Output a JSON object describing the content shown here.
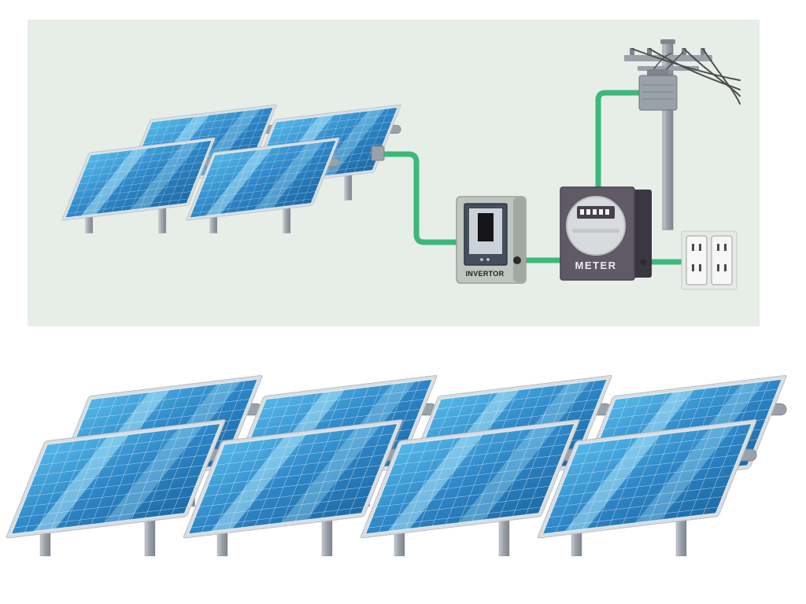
{
  "scene": {
    "description": "Grid-connected solar power system illustration: solar array wired to an invertor, electricity meter, pole-mounted transformer on a utility pole, and wall outlets, above a large solar panel field.",
    "labels": {
      "inverter": "INVERTOR",
      "meter": "METER"
    },
    "top_diagram": {
      "panel_count": 4,
      "components": [
        "solar-array",
        "invertor",
        "meter",
        "utility-pole",
        "transformer",
        "power-lines",
        "outlets"
      ],
      "meter_display_dots": 5,
      "outlet_count": 2
    },
    "bottom_field": {
      "panel_rows": 2,
      "panels_per_row": 4,
      "panel_count": 8
    }
  },
  "colors": {
    "scene_bg": "#e7eee8",
    "panel_blue_light": "#55b8e8",
    "panel_blue": "#2e86c6",
    "panel_blue_dark": "#1d6aa6",
    "panel_streak": "#b9ecfb",
    "grid_line": "#ddeffa",
    "frame": "#d8dde1",
    "metal_light": "#b9bfc6",
    "metal": "#9aa1a9",
    "metal_dark": "#7e858d",
    "wire_green": "#3cb878",
    "line_dark": "#4d4d4d",
    "inverter_body": "#bfc6c0",
    "inverter_shade": "#a2a9a3",
    "inverter_panel": "#454e5c",
    "meter_front": "#5f5a66",
    "meter_side": "#3b3642",
    "meter_face": "#d7dbde",
    "display_dark": "#46414d",
    "label_dark": "#1f1f1f",
    "label_light": "#eceaf0",
    "outlet_body": "#f6f7f6",
    "outlet_backing": "#e6e9e6",
    "slot_dark": "#4a4a55"
  }
}
